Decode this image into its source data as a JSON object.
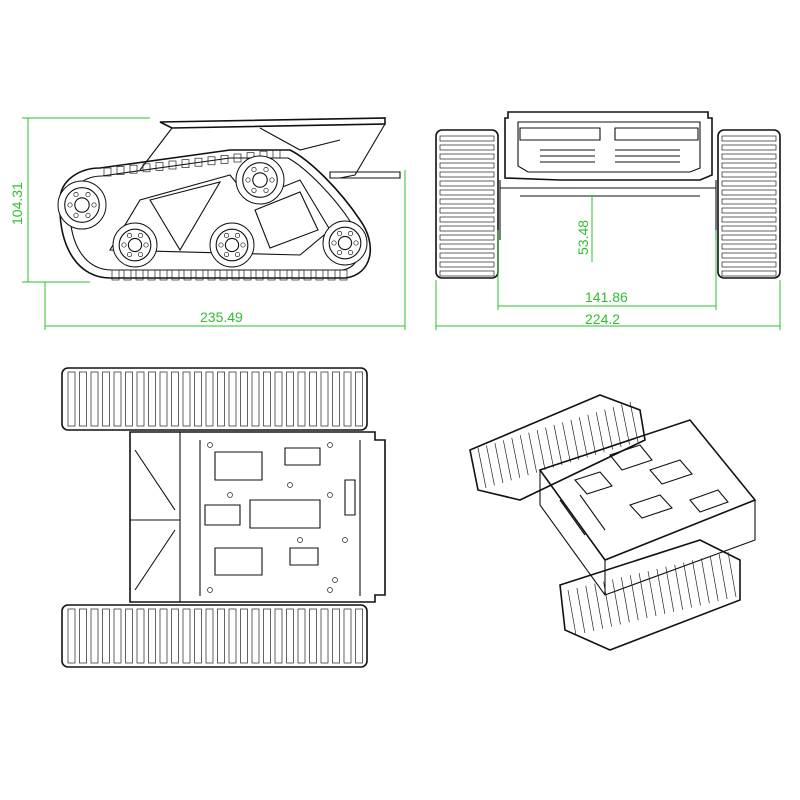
{
  "dimensions": {
    "side_height": "104.31",
    "side_length": "235.49",
    "front_height": "53.48",
    "front_inner_width": "141.86",
    "front_outer_width": "224.2"
  },
  "colors": {
    "dimension": "#2fbf2f",
    "line": "#111111"
  }
}
